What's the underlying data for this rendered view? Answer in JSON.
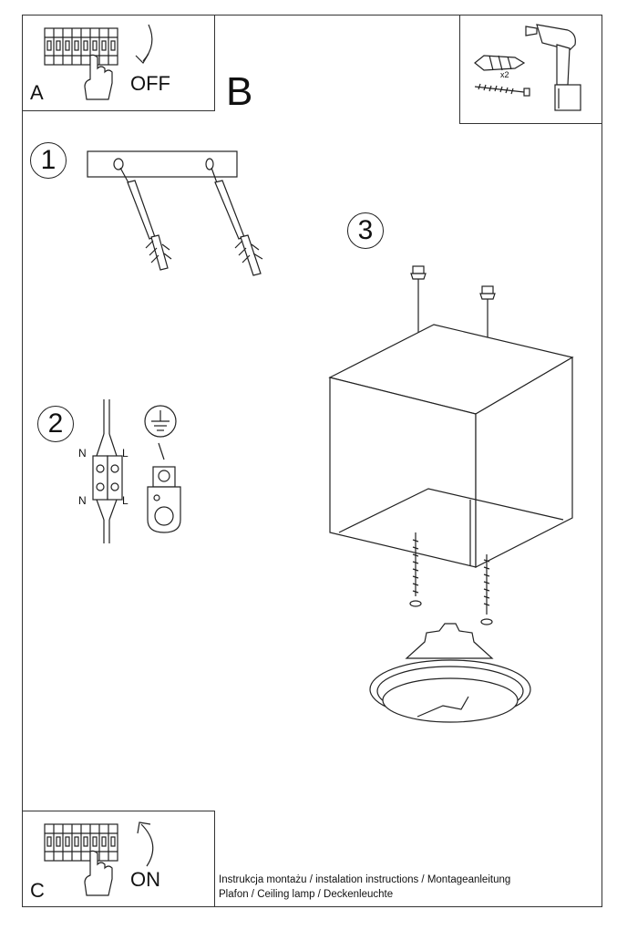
{
  "panel_a": {
    "letter": "A",
    "label": "OFF"
  },
  "panel_b": {
    "letter": "B",
    "multiplier": "x2"
  },
  "panel_c": {
    "letter": "C",
    "label": "ON"
  },
  "steps": {
    "one": "1",
    "two": "2",
    "three": "3"
  },
  "wiring": {
    "n_top": "N",
    "l_top": "L",
    "n_bottom": "N",
    "l_bottom": "L"
  },
  "footer": {
    "line1": "Instrukcja montażu / instalation instructions / Montageanleitung",
    "line2": "Plafon / Ceiling lamp / Deckenleuchte"
  }
}
